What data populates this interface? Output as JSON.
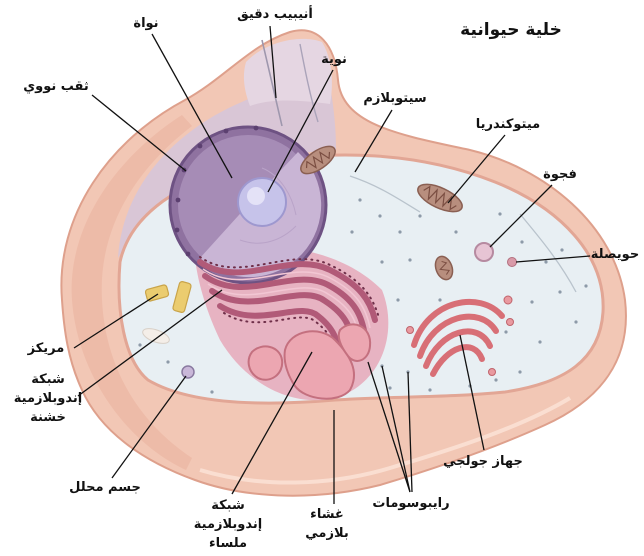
{
  "title": "خلية حيوانية",
  "labels": {
    "nucleus": "نواة",
    "microtubule": "أنيبيب دقيق",
    "nucleolus": "نوية",
    "nuclear_pore": "ثقب نووي",
    "cytoplasm": "سيتوبلازم",
    "mitochondria": "ميتوكندريا",
    "vacuole": "فجوة",
    "vesicle": "حويصلة",
    "centriole": "مريكز",
    "rough_er": [
      "شبكة",
      "إندوبلازمية",
      "خشنة"
    ],
    "lysosome": "جسم محلل",
    "smooth_er": [
      "شبكة",
      "إندوبلازمية",
      "ملساء"
    ],
    "plasma_membrane": [
      "غشاء",
      "بلازمي"
    ],
    "ribosomes": "رايبوسومات",
    "golgi": "جهاز جولجي"
  },
  "colors": {
    "membrane": "#f2c7b5",
    "cytoplasm": "#e8eff3",
    "rear_wall": "#d9c6d6",
    "nucleus": "#8f72a0",
    "nucleolus": "#c6c3ea",
    "rough_er": "#b15a78",
    "smooth_er": "#eca6b1",
    "golgi": "#d86f76",
    "mitochondria": "#b88e7e",
    "centriole": "#ebcc6f",
    "leader_line": "#111111"
  }
}
